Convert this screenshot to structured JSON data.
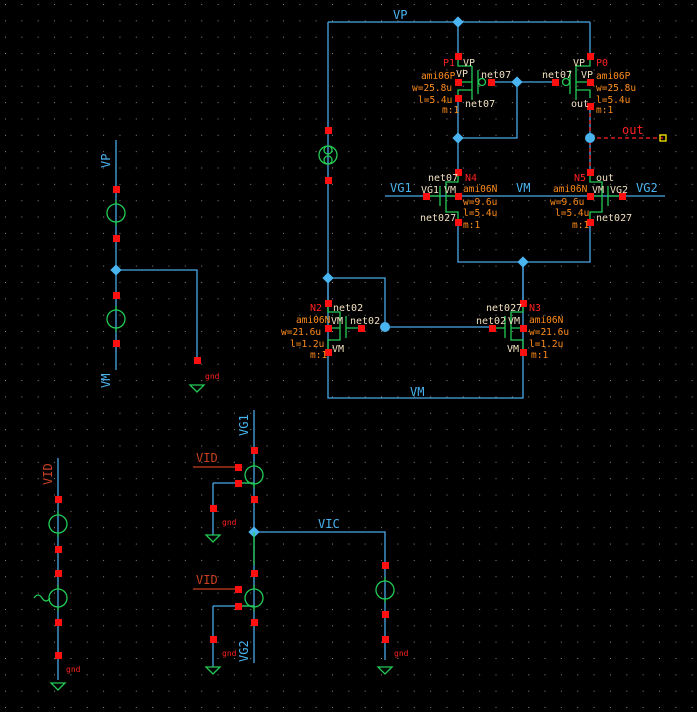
{
  "nets": {
    "vp": "VP",
    "vm": "VM",
    "vg1": "VG1",
    "vg2": "VG2",
    "vid": "VID",
    "vic": "VIC",
    "out": "out",
    "gnd": "gnd",
    "net07": "net07",
    "net027": "net027",
    "net02": "net02"
  },
  "instances": {
    "p1": {
      "name": "P1",
      "model": "ami06P",
      "w": "w=25.8u",
      "l": "l=5.4u",
      "m": "m:1"
    },
    "p0": {
      "name": "P0",
      "model": "ami06P",
      "w": "w=25.8u",
      "l": "l=5.4u",
      "m": "m:1"
    },
    "n4": {
      "name": "N4",
      "model": "ami06N",
      "w": "w=9.6u",
      "l": "l=5.4u",
      "m": "m:1"
    },
    "n5": {
      "name": "N5",
      "model": "ami06N",
      "w": "w=9.6u",
      "l": "l=5.4u",
      "m": "m:1"
    },
    "n2": {
      "name": "N2",
      "model": "ami06N",
      "w": "w=21.6u",
      "l": "l=1.2u",
      "m": "m:1"
    },
    "n3": {
      "name": "N3",
      "model": "ami06N",
      "w": "w=21.6u",
      "l": "l=1.2u",
      "m": "m:1"
    }
  },
  "colors": {
    "background": "#000000",
    "wire": "#4aa8e8",
    "symbol": "#22cc55",
    "pin": "#ff1010",
    "instance_name": "#ff2020",
    "parameters": "#ff8c1a",
    "selected_net": "#ff2020"
  }
}
